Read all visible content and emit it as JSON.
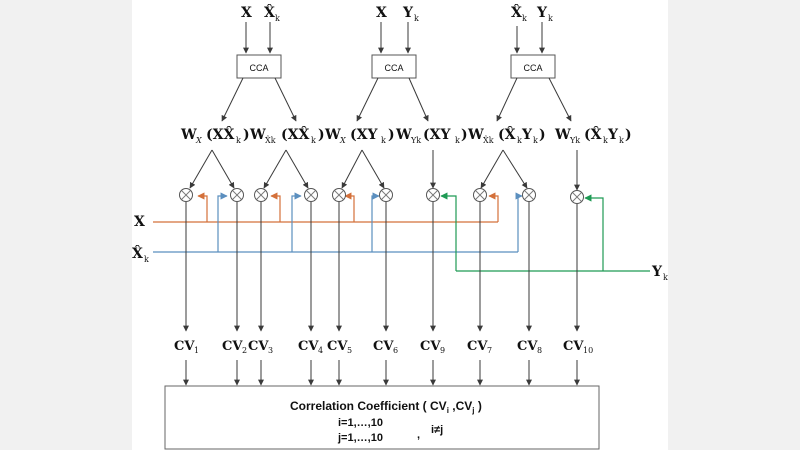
{
  "colors": {
    "x_line": "#d4703a",
    "xhat_line": "#5b8fbf",
    "y_line": "#1e9a54",
    "ink": "#111111",
    "background_side": "#f1f1f1"
  },
  "cca_blocks": [
    {
      "label": "CCA",
      "inputs": [
        {
          "sym": "X",
          "sub": ""
        },
        {
          "sym": "X̂",
          "sub": "k"
        }
      ]
    },
    {
      "label": "CCA",
      "inputs": [
        {
          "sym": "X",
          "sub": ""
        },
        {
          "sym": "Y",
          "sub": "k"
        }
      ]
    },
    {
      "label": "CCA",
      "inputs": [
        {
          "sym": "X̂",
          "sub": "k"
        },
        {
          "sym": "Y",
          "sub": "k"
        }
      ]
    }
  ],
  "weights": [
    {
      "w": "W",
      "wsub": "X",
      "arg": "(XX̂",
      "argsub": "k",
      "close": ")"
    },
    {
      "w": "W",
      "wsub": "X̂k",
      "arg": "(XX̂",
      "argsub": "k",
      "close": ")"
    },
    {
      "w": "W",
      "wsub": "X",
      "arg": "(XY",
      "argsub": "k",
      "close": ")"
    },
    {
      "w": "W",
      "wsub": "Yk",
      "arg": "(XY",
      "argsub": "k",
      "close": ")"
    },
    {
      "w": "W",
      "wsub": "X̂k",
      "arg": "(X̂",
      "argsub": "k",
      "arg2": "Y",
      "arg2sub": "k",
      "close": ")"
    },
    {
      "w": "W",
      "wsub": "Yk",
      "arg": "(X̂",
      "argsub": "k",
      "arg2": "Y",
      "arg2sub": "k",
      "close": ")"
    }
  ],
  "signals": {
    "x": {
      "sym": "X",
      "sub": ""
    },
    "xhat": {
      "sym": "X̂",
      "sub": "k"
    },
    "y": {
      "sym": "Y",
      "sub": "k"
    }
  },
  "outputs": [
    {
      "base": "CV",
      "sub": "1"
    },
    {
      "base": "CV",
      "sub": "2"
    },
    {
      "base": "CV",
      "sub": "3"
    },
    {
      "base": "CV",
      "sub": "4"
    },
    {
      "base": "CV",
      "sub": "5"
    },
    {
      "base": "CV",
      "sub": "6"
    },
    {
      "base": "CV",
      "sub": "9"
    },
    {
      "base": "CV",
      "sub": "7"
    },
    {
      "base": "CV",
      "sub": "8"
    },
    {
      "base": "CV",
      "sub": "10"
    }
  ],
  "correlation_box": {
    "title": "Correlation Coefficient ( CV",
    "title_i": "i",
    "title_sep": " ,CV",
    "title_j": "j",
    "title_close": " )",
    "line1": "i=1,…,10",
    "line2": "j=1,…,10",
    "comma": ",",
    "cond": "i≠j"
  }
}
